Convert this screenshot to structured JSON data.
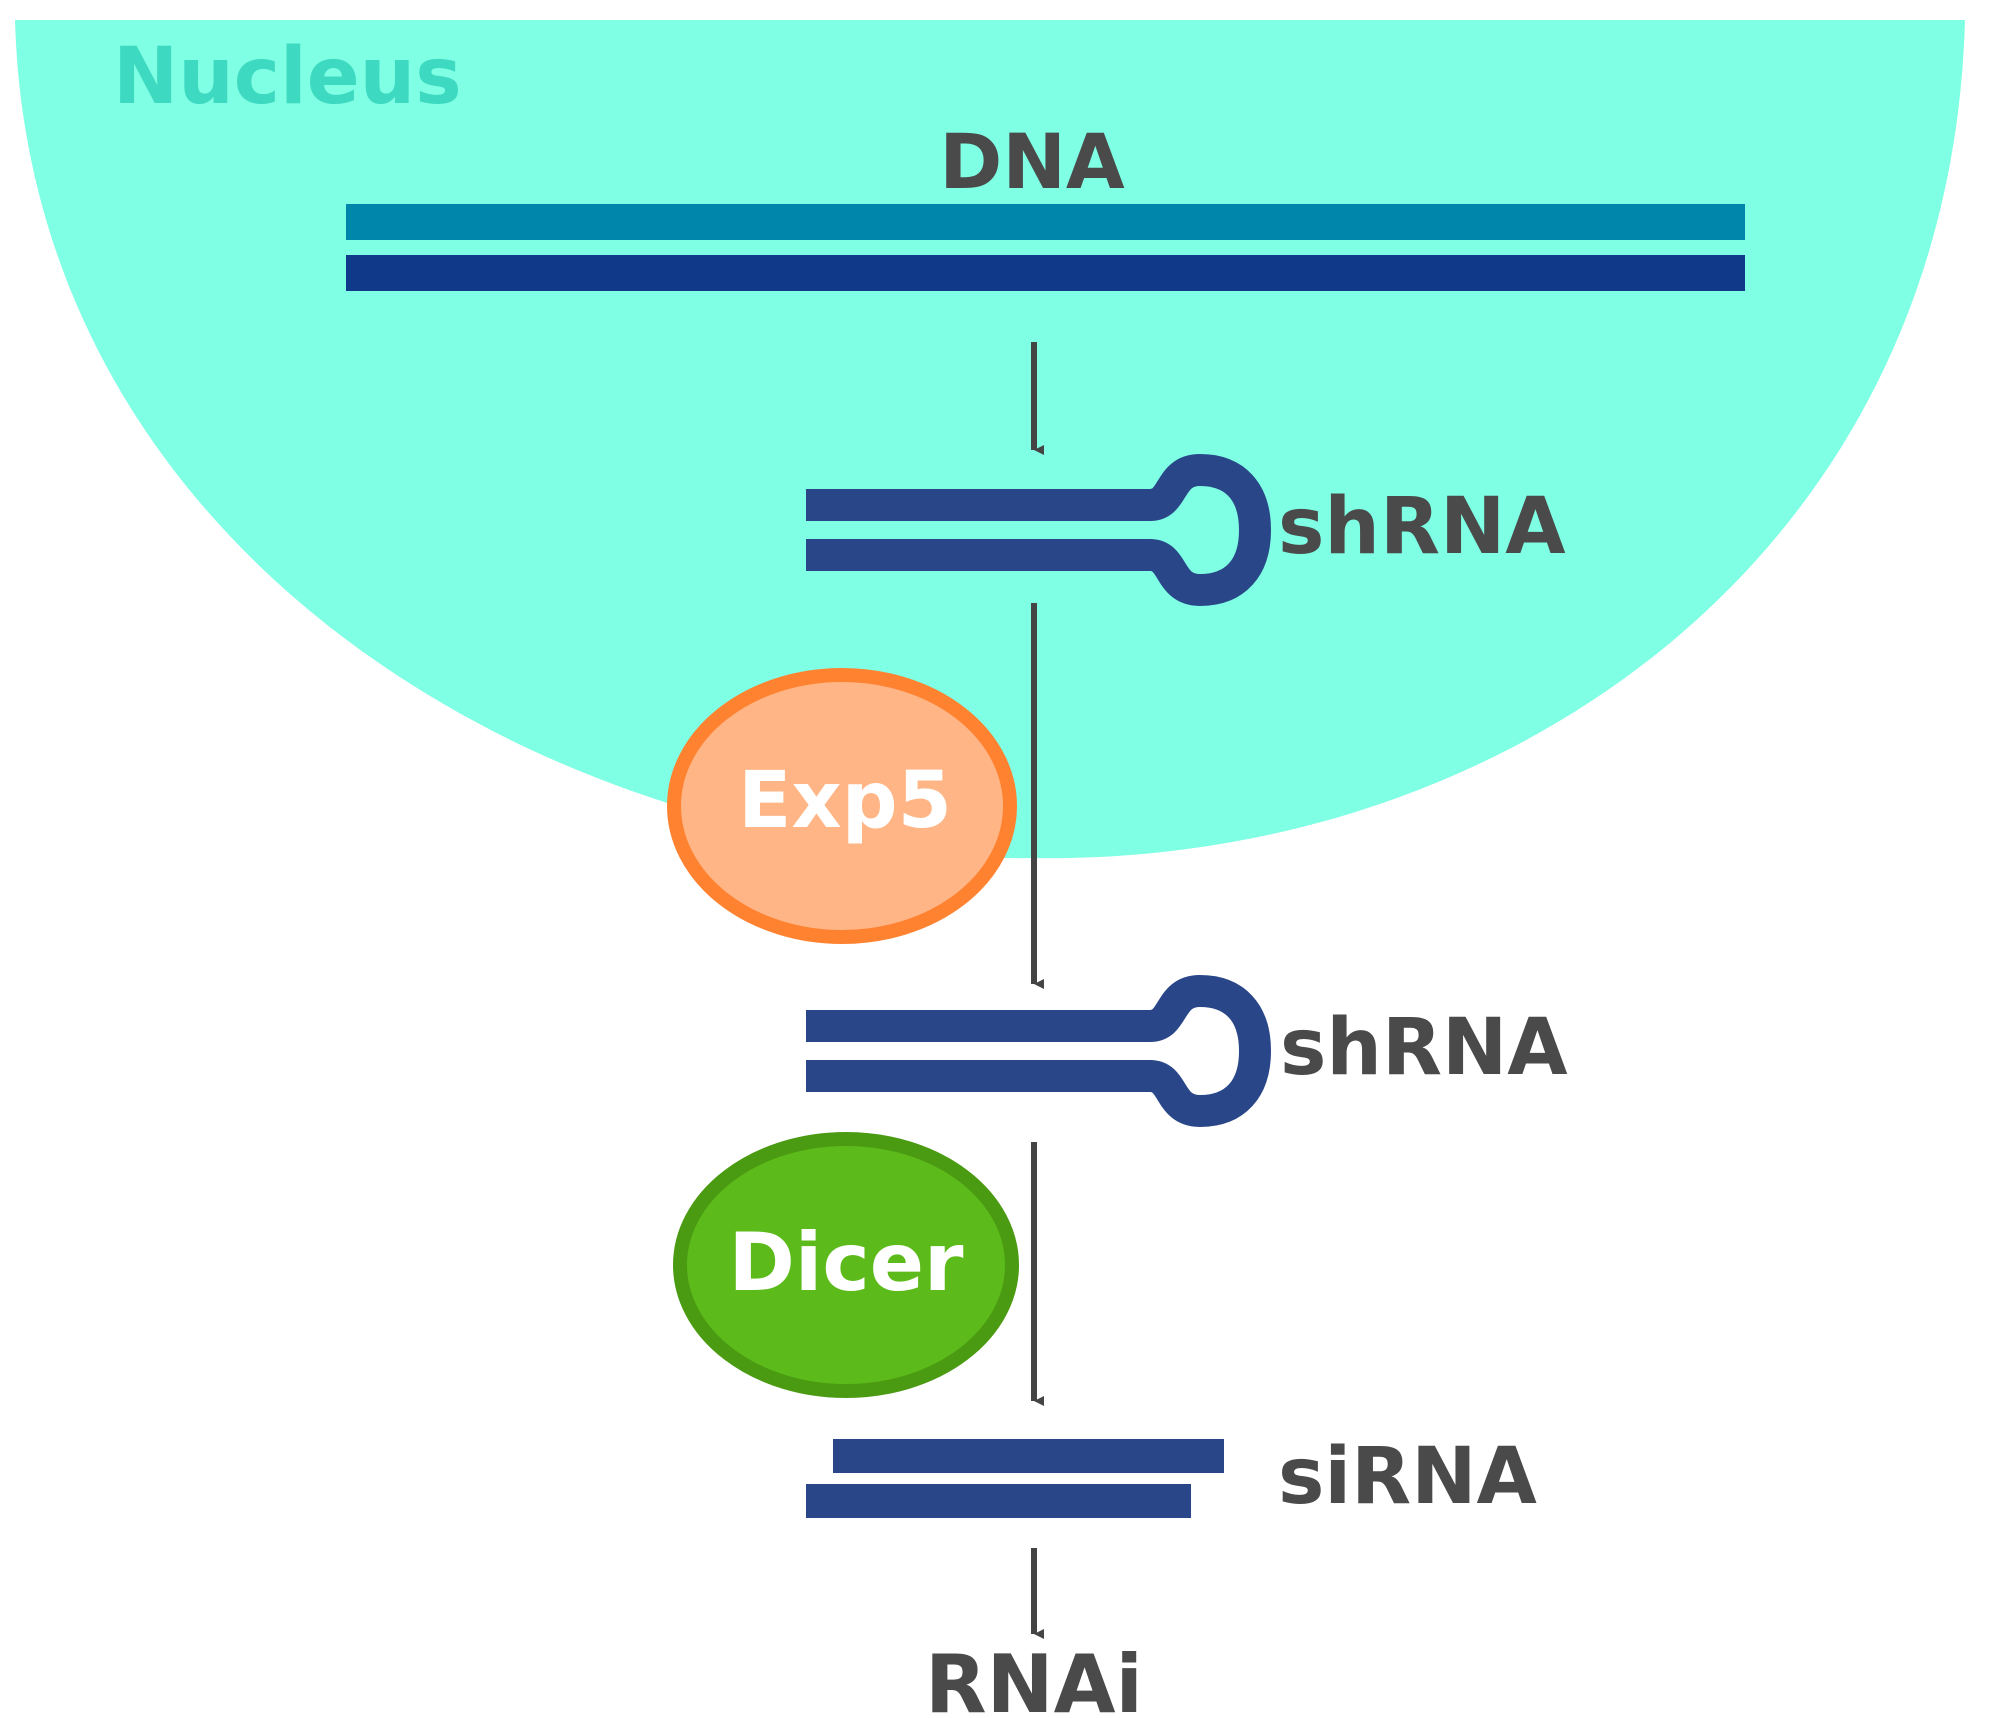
{
  "nucleus": {
    "label": "Nucleus",
    "fill": "#7fffe4",
    "label_color": "#3dd9c0"
  },
  "dna": {
    "label": "DNA",
    "strand_top_color": "#0086ab",
    "strand_bottom_color": "#113989"
  },
  "shrna_nuclear": {
    "label": "shRNA"
  },
  "shrna_cytoplasm": {
    "label": "shRNA"
  },
  "sirna": {
    "label": "siRNA"
  },
  "rnai": {
    "label": "RNAi"
  },
  "exp5": {
    "label": "Exp5",
    "fill": "#ffb585",
    "stroke": "#ff8231"
  },
  "dicer": {
    "label": "Dicer",
    "fill": "#5cbb1a",
    "stroke": "#4a9a12"
  },
  "colors": {
    "rna": "#294788",
    "text": "#4a4a4a",
    "arrow": "#444444",
    "protein_text": "#ffffff"
  }
}
